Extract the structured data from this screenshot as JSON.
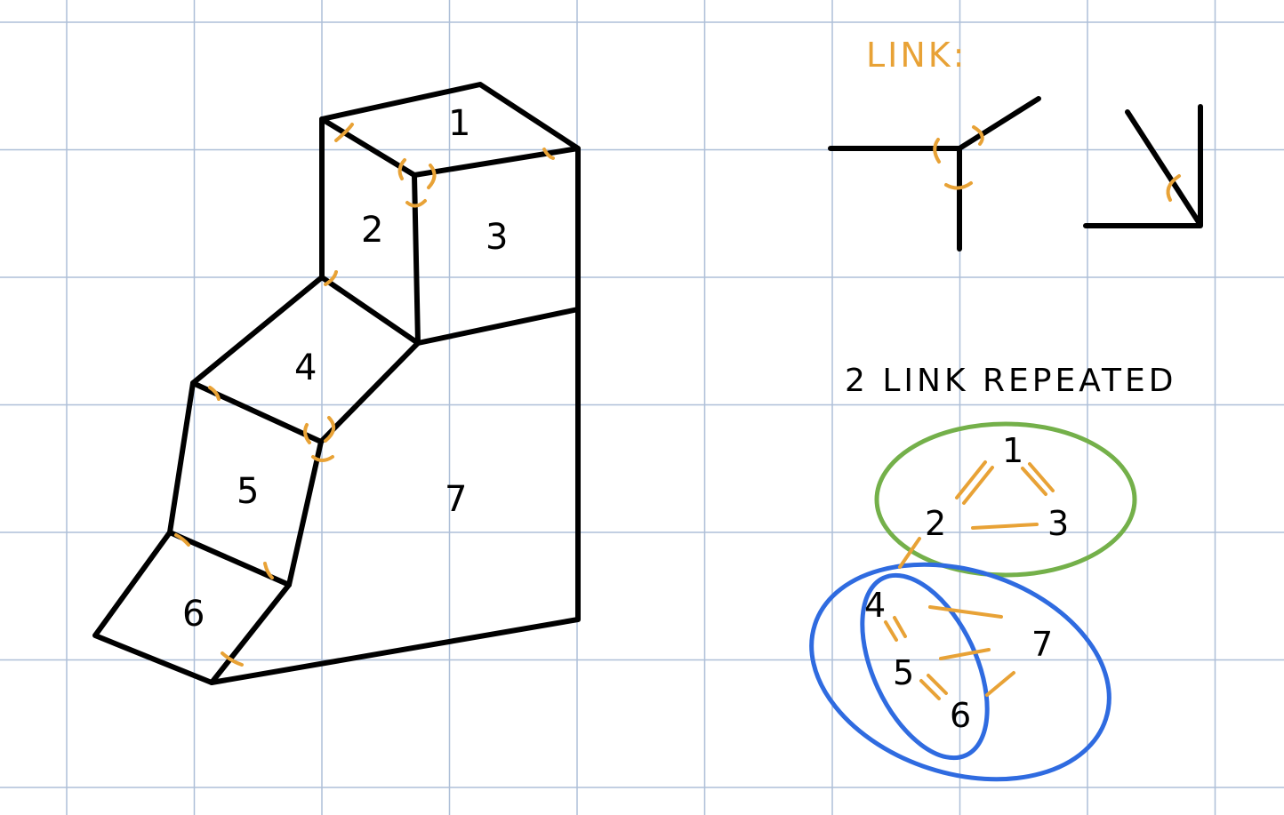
{
  "colors": {
    "grid": "#aebfd8",
    "link": "#e8a236",
    "group_green": "#74b04a",
    "group_blue": "#2f6be0",
    "ink": "#000000"
  },
  "figure": {
    "face_labels": [
      "1",
      "2",
      "3",
      "4",
      "5",
      "6",
      "7"
    ]
  },
  "legend": {
    "link_heading": "LINK:"
  },
  "graph": {
    "heading": "2 LINK REPEATED",
    "nodes": [
      "1",
      "2",
      "3",
      "4",
      "7",
      "5",
      "6"
    ]
  }
}
